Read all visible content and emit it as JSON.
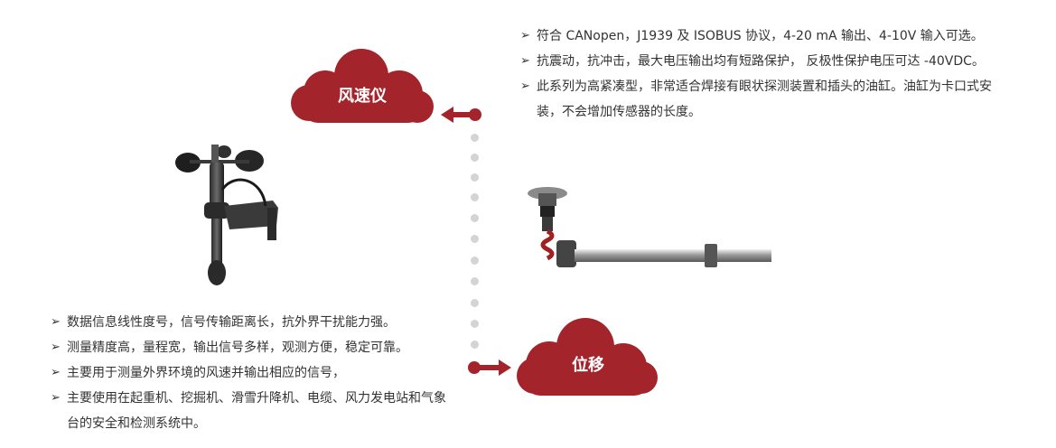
{
  "colors": {
    "accent": "#a3242a",
    "dot": "#d4d4d4",
    "text": "#333333"
  },
  "bullet_icon": "chevron-right-icon",
  "top_cloud": {
    "label": "风速仪"
  },
  "bottom_cloud": {
    "label": "位移"
  },
  "right_list": {
    "items": [
      "符合 CANopen，J1939 及 ISOBUS 协议，4-20 mA 输出、4-10V 输入可选。",
      "抗震动，抗冲击，最大电压输出均有短路保护， 反极性保护电压可达 -40VDC。",
      "此系列为高紧凑型，非常适合焊接有眼状探测装置和插头的油缸。油缸为卡口式安装，不会增加传感器的长度。"
    ]
  },
  "left_list": {
    "items": [
      "数据信息线性度号，信号传输距离长，抗外界干扰能力强。",
      "测量精度高，量程宽，输出信号多样，观测方便，稳定可靠。",
      "主要用于测量外界环境的风速并输出相应的信号，",
      "主要使用在起重机、挖掘机、滑雪升降机、电缆、风力发电站和气象台的安全和检测系统中。"
    ]
  }
}
